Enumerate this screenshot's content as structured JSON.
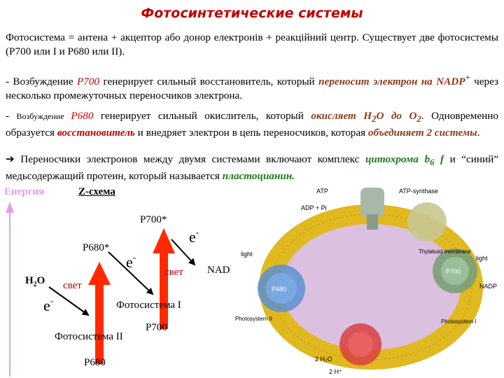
{
  "title": "Фотосинтетические системы",
  "p1": "Фотосистема = антена + акцептор або донор електронів + реакційний центр. Существует две фотосистемы (P700 или I и P680 или II).",
  "p2": {
    "a": "- Возбуждение ",
    "b": "Р700",
    "c": " генерирует сильный восстановитель, который ",
    "d": "переносит электрон на NADP",
    "sup": "+",
    "e": " через несколько промежуточных переносчиков электрона."
  },
  "p3": {
    "a": "- ",
    "b": "Возбуждение ",
    "c": "Р680",
    "d": " генерирует сильный окислитель, который ",
    "e": "окисляет Н",
    "sub1": "2",
    "f": "О до О",
    "sub2": "2",
    "g": ". Одновременно образуется ",
    "h": "восстановитель",
    "i": " и внедряет электрон в цепь переносчиков, которая ",
    "j": "объединяет 2 системы",
    "k": "."
  },
  "p4": {
    "arrow": "➔",
    "a": " Переносчики электронов между двумя системами включают комплекс ",
    "b": "цитохрома b",
    "sub": "6",
    "c": " f",
    "d": " и “синий” медьсодержащий протеин, который называется ",
    "e": "пластоцианин."
  },
  "diagram": {
    "energy": "Енергия",
    "zscheme": "Z-схема",
    "p700star": "P700*",
    "p680star": "P680*",
    "h2o_h": "H",
    "h2o_2": "2",
    "h2o_o": "O",
    "e1": "e",
    "e2": "e",
    "e3": "e",
    "minus": "-",
    "svet1": "свет",
    "svet2": "свет",
    "nadp": "NADP",
    "nadp_sup": "+",
    "fs1": "Фотосистема I",
    "p700": "P700",
    "fs2": "Фотосистема II",
    "p680": "P680"
  },
  "figure": {
    "p680": "P680",
    "p700": "P700",
    "psII": "Photosystem II",
    "psI": "Photosystem I",
    "atp_synthase": "ATP-synthase",
    "thylakoid": "Thylakoid membrane",
    "light1": "light",
    "light2": "light",
    "adp": "ADP + Pi",
    "atp": "ATP",
    "nadp": "NADP",
    "h2o": "2 H₂O",
    "hplus": "2 H⁺"
  },
  "colors": {
    "title": "#c00000",
    "arrow_red": "#ff2a00",
    "energy_axis": "#e3a0e0",
    "membrane": "#e0b820",
    "lumen": "#dcc0e0",
    "ps2": "#5a8fd0",
    "ps1": "#7aa07a",
    "cyt": "#c8c890",
    "bottom": "#d84040"
  }
}
